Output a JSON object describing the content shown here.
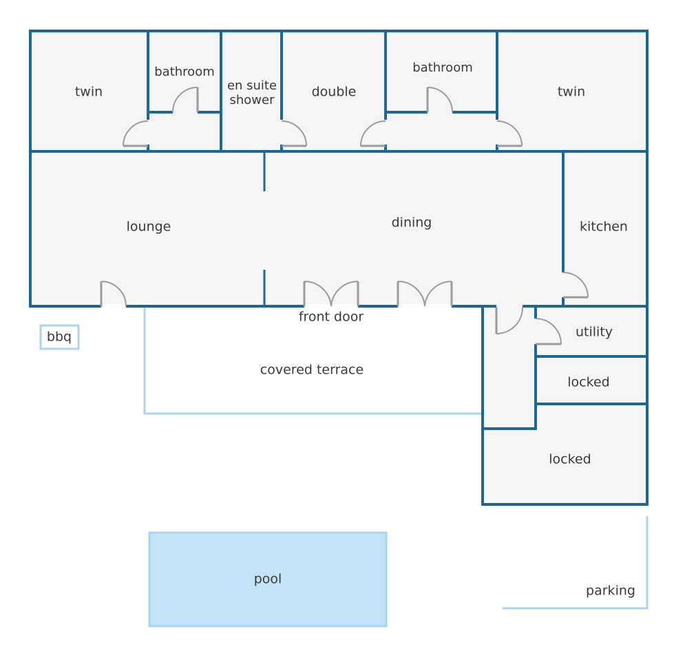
{
  "rooms": {
    "twin_left": "twin",
    "bathroom_left": "bathroom",
    "en_suite_line1": "en suite",
    "en_suite_line2": "shower",
    "double": "double",
    "bathroom_right": "bathroom",
    "twin_right": "twin",
    "lounge": "lounge",
    "dining": "dining",
    "kitchen": "kitchen",
    "utility": "utility",
    "locked_small": "locked",
    "locked_large": "locked"
  },
  "outdoor": {
    "bbq": "bbq",
    "front_door": "front door",
    "covered_terrace": "covered terrace",
    "pool": "pool",
    "parking": "parking"
  },
  "colors": {
    "wall": "#1b6796",
    "room_fill": "#f5f5f5",
    "door": "#9b9b9b",
    "outdoor_line": "#a9d4ef",
    "pool_fill": "#c3e3f6"
  }
}
